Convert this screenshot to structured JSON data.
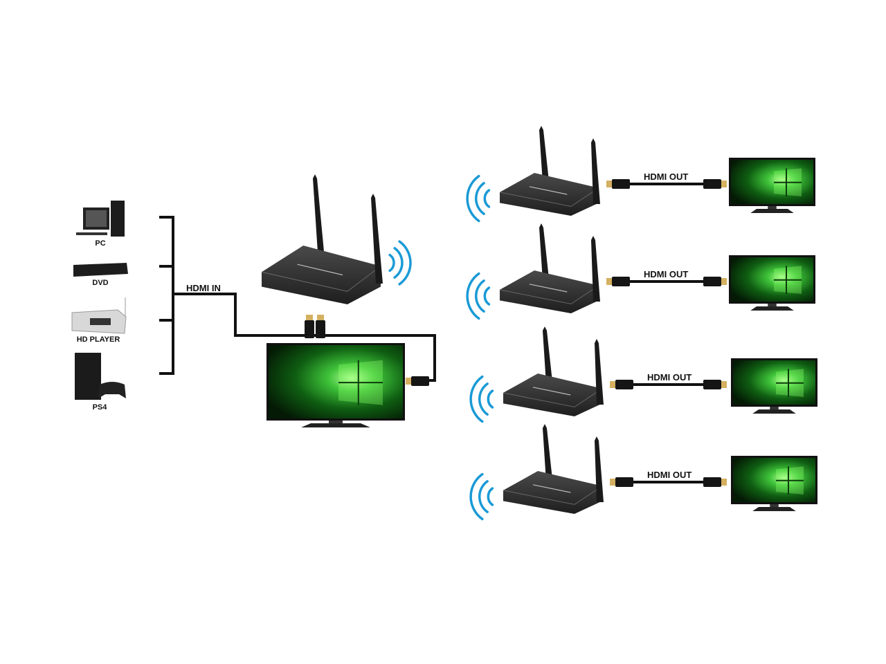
{
  "sources": [
    {
      "label": "PC",
      "icon": "pc-icon"
    },
    {
      "label": "DVD",
      "icon": "dvd-player-icon"
    },
    {
      "label": "HD PLAYER",
      "icon": "hd-player-icon"
    },
    {
      "label": "PS4",
      "icon": "game-console-icon"
    }
  ],
  "hdmi_in_label": "HDMI IN",
  "transmitter": {
    "icon": "wireless-transmitter-icon"
  },
  "receivers": [
    {
      "label": "HDMI OUT"
    },
    {
      "label": "HDMI OUT"
    },
    {
      "label": "HDMI OUT"
    },
    {
      "label": "HDMI OUT"
    }
  ],
  "colors": {
    "cable": "#111111",
    "wave": "#1a9ad6",
    "screen": "#1f8a1f",
    "device": "#2a2a2a",
    "connector_tip": "#d4b060"
  }
}
